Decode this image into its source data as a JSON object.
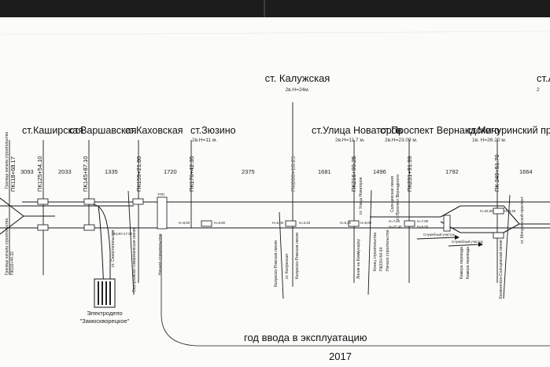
{
  "main_title": "ст. Калужская",
  "main_subtitle": "2в.Н=24м.",
  "right_clipped_title": "ст.А",
  "right_clipped_sub": "2",
  "stations": [
    {
      "name": "ст.Каширская",
      "sub": ""
    },
    {
      "name": "ст.Варшавская",
      "sub": ""
    },
    {
      "name": "ст.Каховская",
      "sub": ""
    },
    {
      "name": "ст.Зюзино",
      "sub": "2в.Н=11 м."
    },
    {
      "name": "ст.Улица Новаторов",
      "sub": "2в.Н=11.7 м."
    },
    {
      "name": "ст.Проспект Вернандского",
      "sub": "2в.Н=23.09 м."
    },
    {
      "name": "ст.Мичуринский проспект",
      "sub": "1в. Н=26.20 м."
    }
  ],
  "distances": [
    "3093",
    "2033",
    "1335",
    "1720",
    "2375",
    "1681",
    "1496",
    "1792",
    "1664"
  ],
  "pickets": [
    "ПК118+68.17",
    "ПК125+54.10",
    "ПК145+87.10",
    "ПК159+21.80",
    "ПК176+42.35",
    "ПК200+18.25",
    "ПК216+99.25",
    "ПК231+91.99",
    "ПК 249+51.70"
  ],
  "annotations": {
    "boundary_start_top": "Граница начала строительства",
    "boundary_start_bottom": "Граница начала строительства",
    "pk_bottom": "ПК116+44.32",
    "sevastopol": "ст. Севастопольская",
    "pk140": "ПК140+17.02",
    "serpukhov": "Серпуховско-Тимирязевская линия",
    "construction_start": "Начало строительства",
    "kaluzhsko_line": "Калужско-Рижская линия",
    "kaluzhsko_line_2": "Калужско-Рижская линия",
    "st_kaluzhskaya_small": "ст. Калужская",
    "novatorov_small": "ст. Улица Новаторов",
    "novatorov_tie": "Линия на Коммунарку",
    "construction_end": "Конец строительства",
    "pk230": "ПК230+54.64",
    "construction_start_2": "Начало строительства",
    "solntsevo_line": "Солнцевская линия",
    "vernadsky_small": "ст.Проспект Вернадского",
    "branch_1": "Служебный участок",
    "branch_2": "Служебный участок",
    "chamber_1": "Камера перевода",
    "chamber_2": "Камера перевода",
    "michurinsky_small": "ст. Мичуринский проспект",
    "kalininsko_line": "Калининско-Солнцевская линия",
    "depot_line1": "Электродепо",
    "depot_line2": "\"Замоскворецкое\"",
    "tpp": "ТПП"
  },
  "elevations": [
    "Н=8,60",
    "Н=6,80",
    "Н=5,40",
    "Н=8,00",
    "Н=6,00",
    "Н=3,40",
    "Н=7,60",
    "Н=22,40",
    "Н=7,90",
    "Н=8,00",
    "Н=22,80",
    "Н=8,28"
  ],
  "year_caption": "год  ввода в эксплуатацию",
  "year": "2017"
}
